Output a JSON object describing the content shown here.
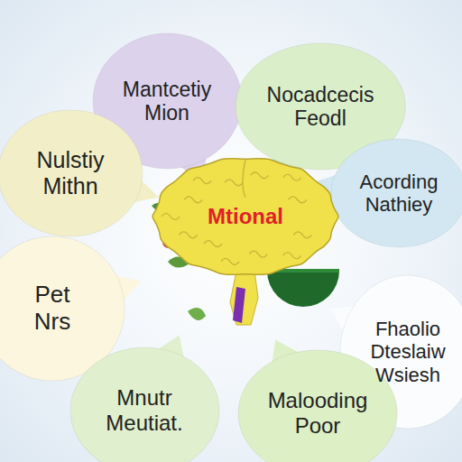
{
  "diagram": {
    "nodes": [
      {
        "text": [
          "Mantcetiy Mion"
        ]
      },
      {
        "text": [
          "Nocadcecis Feodl"
        ]
      },
      {
        "text": [
          "Nulstiy Mithn"
        ]
      },
      {
        "text": [
          "Acording Nathiey"
        ]
      },
      {
        "text": [
          "Mtional"
        ]
      },
      {
        "text": [
          "Pet Nrs"
        ]
      },
      {
        "text": [
          "Fhaolio Dteslaiw Wsiesh"
        ]
      },
      {
        "text": [
          "Mnutr Meutiat."
        ]
      },
      {
        "text": [
          "Malooding Poor"
        ]
      }
    ]
  }
}
